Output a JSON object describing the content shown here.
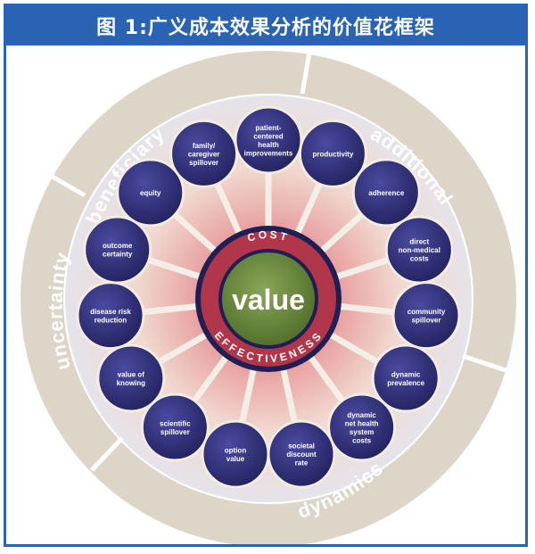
{
  "title": "图 1:广义成本效果分析的价值花框架",
  "center": {
    "value": "value",
    "cost": "COST",
    "effectiveness": "EFFECTIVENESS"
  },
  "sections": {
    "beneficiary": "beneficiary",
    "additional": "additional",
    "dynamics": "dynamics",
    "uncertainty": "uncertainty"
  },
  "petals": [
    "patient-\ncentered\nhealth\nimprovements",
    "productivity",
    "adherence",
    "direct\nnon-medical\ncosts",
    "community\nspillover",
    "dynamic\nprevalence",
    "dynamic\nnet health\nsystem\ncosts",
    "societal\ndiscount\nrate",
    "option\nvalue",
    "scientific\nspillover",
    "value of\nknowing",
    "disease risk\nreduction",
    "outcome\ncertainty",
    "equity",
    "family/\ncaregiver\nspillover"
  ],
  "colors": {
    "title_bg": "#2a63b4",
    "ring": "#ddd6c8",
    "petal": "#2e2d7a",
    "center": "#6d8a3e",
    "inner_ring": "#b63a4a"
  }
}
